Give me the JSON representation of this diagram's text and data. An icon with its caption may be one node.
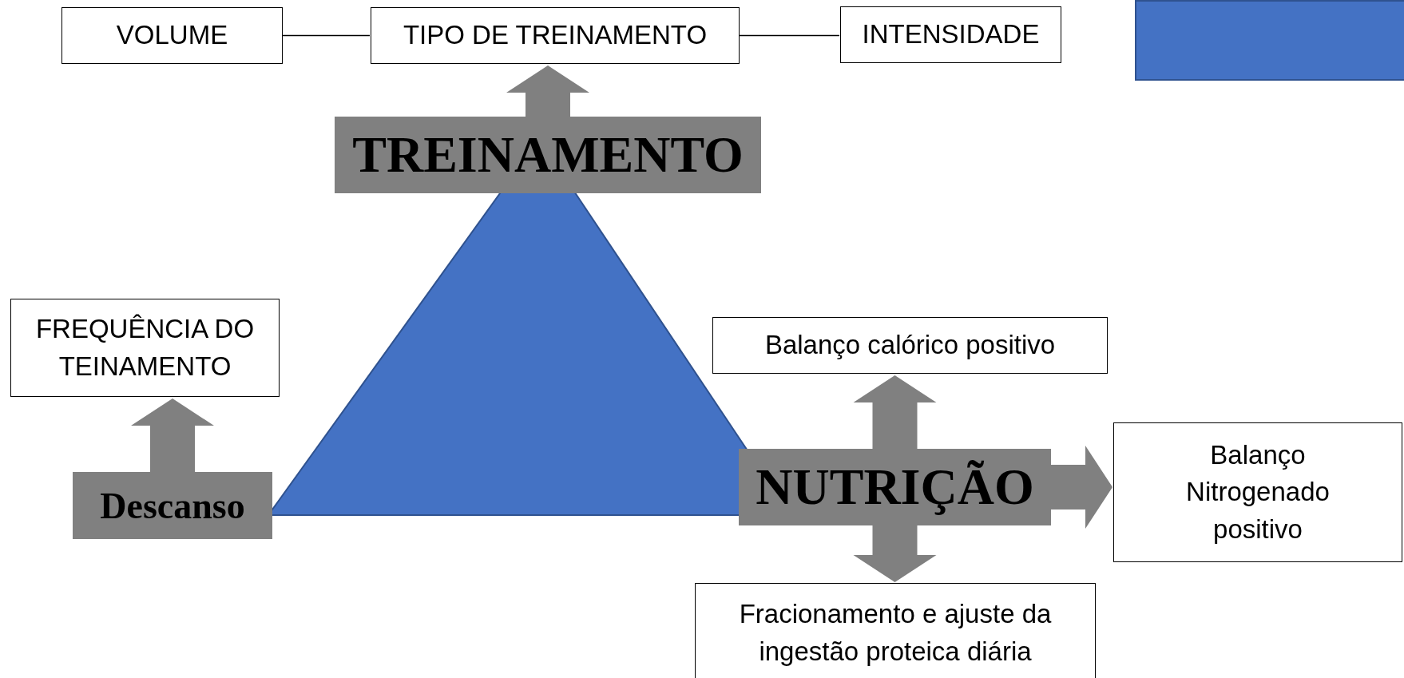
{
  "diagram": {
    "nodes": [
      {
        "text": [
          "VOLUME"
        ]
      },
      {
        "text": [
          "TIPO DE TREINAMENTO"
        ]
      },
      {
        "text": [
          "INTENSIDADE"
        ]
      },
      {
        "text": [
          "TREINAMENTO"
        ]
      },
      {
        "text": [
          "FREQUÊNCIA DO TEINAMENTO"
        ]
      },
      {
        "text": [
          "Balanço calórico positivo"
        ]
      },
      {
        "text": [
          "Descanso"
        ]
      },
      {
        "text": [
          "NUTRIÇÃO"
        ]
      },
      {
        "text": [
          "Balanço Nitrogenado positivo"
        ]
      },
      {
        "text": [
          "Fracionamento e ajuste da ingestão proteica diária"
        ]
      }
    ],
    "edges": [
      {
        "from": 0,
        "to": 1,
        "arrow": "none"
      },
      {
        "from": 1,
        "to": 2,
        "arrow": "none"
      },
      {
        "from": 3,
        "to": 1,
        "arrow": "to",
        "style": "thick"
      },
      {
        "from": 6,
        "to": 4,
        "arrow": "to",
        "style": "thick"
      },
      {
        "from": 7,
        "to": 5,
        "arrow": "to",
        "style": "thick"
      },
      {
        "from": 7,
        "to": 8,
        "arrow": "to",
        "style": "thick"
      },
      {
        "from": 7,
        "to": 9,
        "arrow": "to",
        "style": "thick"
      }
    ]
  }
}
